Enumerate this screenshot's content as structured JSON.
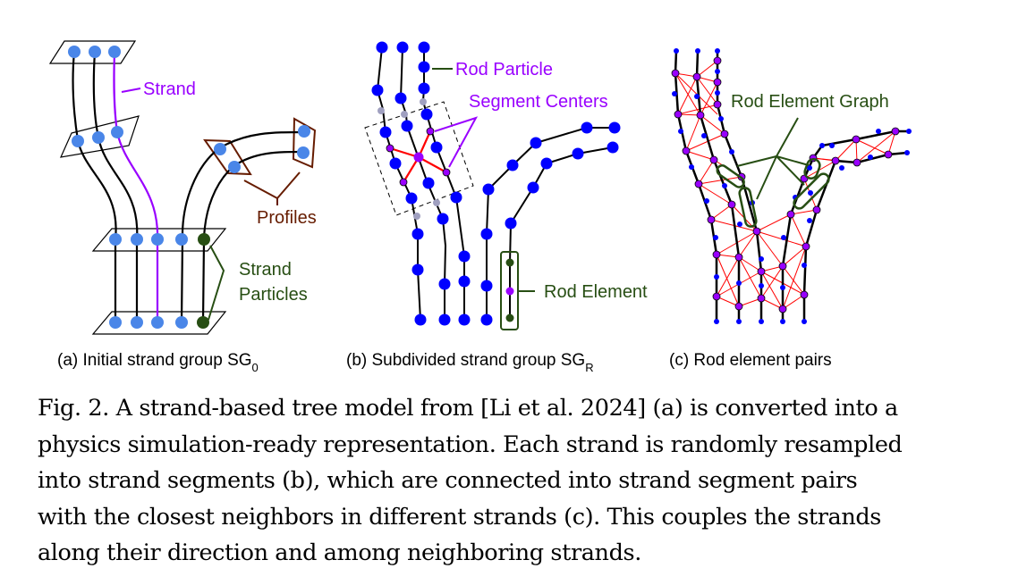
{
  "figure": {
    "colors": {
      "strand_particle": "#4a86e8",
      "rod_particle": "#0000ff",
      "segment_center": "#9900ff",
      "strand_highlight": "#9900ff",
      "strand_particle_label": "#274e13",
      "profile": "#661c00",
      "pair_edge": "#ff0000",
      "aux_particle": "#a0a0c0"
    },
    "panel_a": {
      "labels": {
        "strand": "Strand",
        "profiles": "Profiles",
        "strand_particles_line1": "Strand",
        "strand_particles_line2": "Particles"
      },
      "subcaption": "(a) Initial strand group SG",
      "subcaption_sub": "0"
    },
    "panel_b": {
      "labels": {
        "rod_particle": "Rod Particle",
        "segment_centers": "Segment Centers",
        "rod_element": "Rod Element"
      },
      "subcaption": "(b) Subdivided strand group SG",
      "subcaption_sub": "R"
    },
    "panel_c": {
      "labels": {
        "rod_element_graph": "Rod Element Graph"
      },
      "subcaption": "(c) Rod element pairs"
    }
  },
  "caption": {
    "lines": [
      "Fig. 2.  A strand-based tree model from [Li et al. 2024] (a) is converted into a",
      "physics simulation-ready representation. Each strand is randomly resampled",
      "into strand segments (b), which are connected into strand segment pairs",
      "with the closest neighbors in different strands (c). This couples the strands",
      "along their direction and among neighboring strands."
    ]
  }
}
